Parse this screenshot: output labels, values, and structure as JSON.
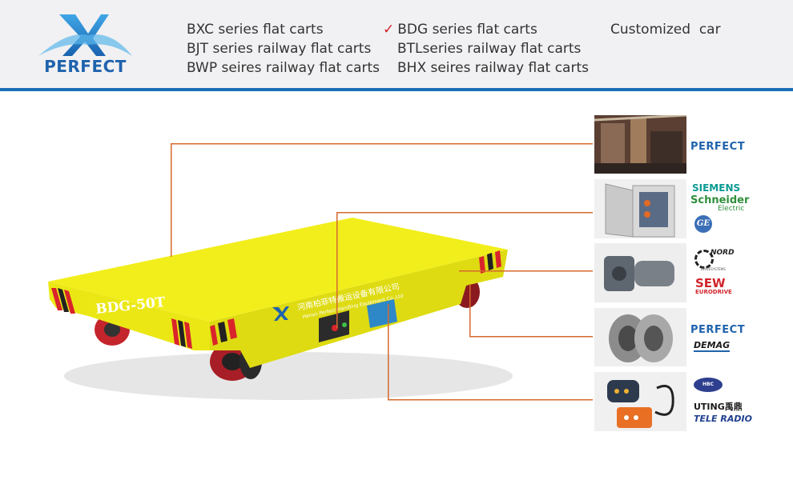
{
  "logo": {
    "text": "PERFECT"
  },
  "nav": {
    "col1": [
      "BXC series flat carts",
      "BJT series railway flat carts",
      "BWP seires railway flat carts"
    ],
    "col2": [
      {
        "label": "BDG series flat carts",
        "selected": true
      },
      {
        "label": "BTLseries railway flat carts",
        "selected": false
      },
      {
        "label": "BHX seires railway flat carts",
        "selected": false
      }
    ],
    "col3": [
      "Customized  car"
    ]
  },
  "cart": {
    "model_label": "BDG-50T",
    "company_text": "河南柏菲特搬运设备有限公司",
    "company_en": "Henan Perfect Handling Equipment Co.,Ltd",
    "body_color": "#f2ee1c"
  },
  "components": [
    {
      "name": "cart-structure",
      "brands": [
        "PERFECT"
      ]
    },
    {
      "name": "electrical-cabinet",
      "brands": [
        "SIEMENS",
        "Schneider",
        "Electric",
        "GE"
      ]
    },
    {
      "name": "gear-motor",
      "brands": [
        "NORD",
        "DRIVESYSTEMS",
        "SEW",
        "EURODRIVE"
      ]
    },
    {
      "name": "wheel-set",
      "brands": [
        "PERFECT",
        "DEMAG"
      ]
    },
    {
      "name": "remote-control",
      "brands": [
        "HBC",
        "UTING",
        "禹鼎",
        "TELE RADIO"
      ]
    }
  ],
  "colors": {
    "accent_blue": "#1a6db4",
    "lead_line": "#d56a2c",
    "check_red": "#d0202a"
  }
}
